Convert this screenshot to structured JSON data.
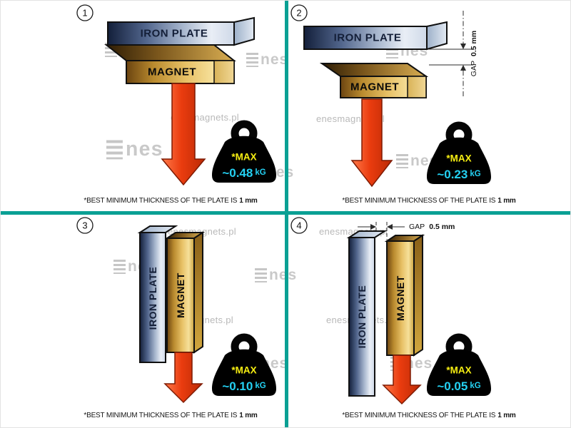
{
  "watermark": {
    "site": "enesmagnets.pl",
    "logo": "nes"
  },
  "labels": {
    "iron_plate": "IRON PLATE",
    "magnet": "MAGNET",
    "max": "*MAX",
    "kg": "kG",
    "gap": "GAP",
    "gap_value": "0.5 mm"
  },
  "caption": {
    "text": "*BEST MINIMUM THICKNESS OF THE PLATE IS",
    "bold": "1 mm"
  },
  "panels": [
    {
      "number": "1",
      "max_value": "~0.48"
    },
    {
      "number": "2",
      "max_value": "~0.23",
      "gap": "0.5 mm"
    },
    {
      "number": "3",
      "max_value": "~0.10"
    },
    {
      "number": "4",
      "max_value": "~0.05",
      "gap": "0.5 mm"
    }
  ],
  "colors": {
    "divider": "#0aa094",
    "arrow_red": "#e8380d",
    "max_yellow": "#f6ee12",
    "value_cyan": "#24d0f2",
    "steel_dark": "#131f3a",
    "gold_mid": "#e7c065",
    "watermark_gray": "#c2c2c2"
  }
}
